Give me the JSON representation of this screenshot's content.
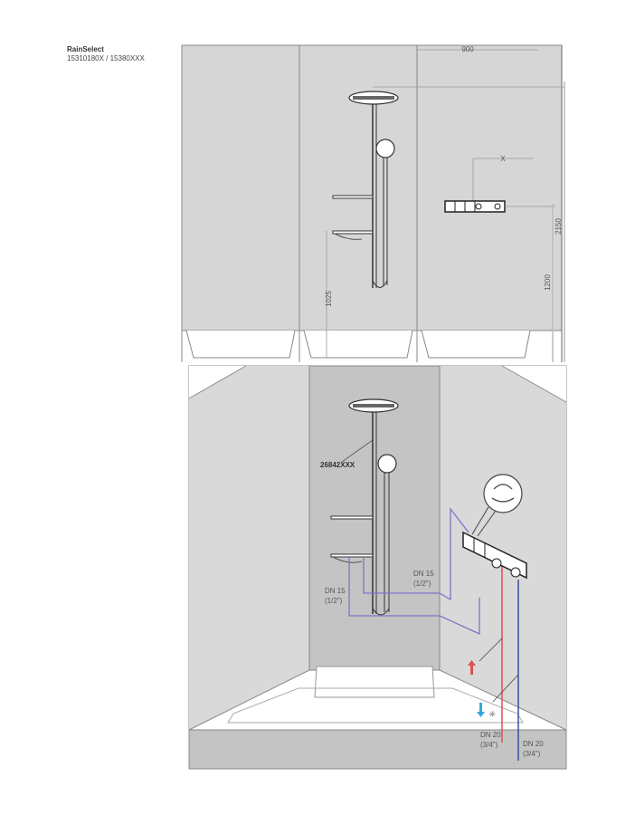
{
  "product": {
    "name": "RainSelect",
    "article_numbers": "15310180X / 15380XXX"
  },
  "front_view": {
    "dimensions": {
      "width": "900",
      "offset_x": "X",
      "total_height": "2150",
      "thermostat_height": "1200",
      "shelf_height": "1025"
    }
  },
  "perspective_view": {
    "shower_pipe_article": "26842XXX",
    "pipe_labels": [
      {
        "size": "DN 15",
        "inch": "(1/2\")"
      },
      {
        "size": "DN 15",
        "inch": "(1/2\")"
      },
      {
        "size": "DN 20",
        "inch": "(3/4\")"
      },
      {
        "size": "DN 20",
        "inch": "(3/4\")"
      }
    ],
    "colors": {
      "hot_water": "#d9534f",
      "cold_water": "#3a4fa0",
      "supply_lines": "#7b76c8",
      "wall_light": "#d9d9d9",
      "wall_dark": "#c4c4c4",
      "cold_indicator": "#35a8e0"
    }
  }
}
